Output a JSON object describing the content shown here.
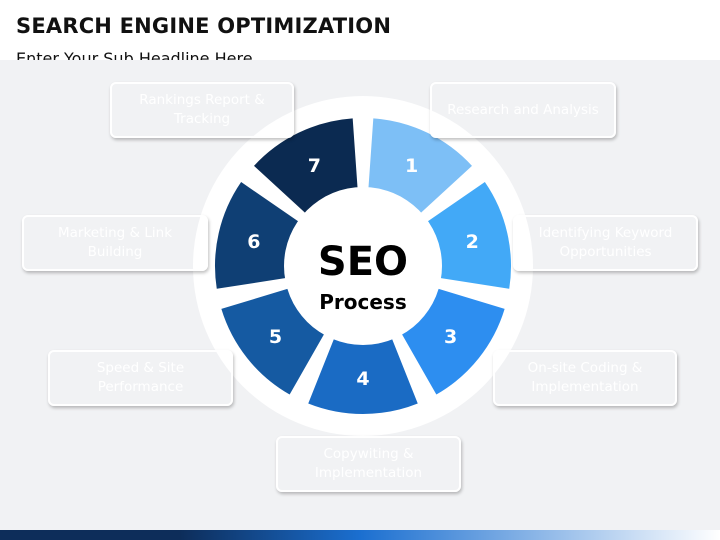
{
  "header": {
    "title": "SEARCH ENGINE OPTIMIZATION",
    "subtitle": "Enter Your Sub Headline Here"
  },
  "center": {
    "line1": "SEO",
    "line2": "Process"
  },
  "steps": [
    {
      "number": "1",
      "label": "Research and Analysis",
      "color": "#7dbff6"
    },
    {
      "number": "2",
      "label": "Identifying Keyword Opportunities",
      "color": "#42a9f7"
    },
    {
      "number": "3",
      "label": "On-site Coding & Implementation",
      "color": "#2d8ef0"
    },
    {
      "number": "4",
      "label": "Copywiting & Implementation",
      "color": "#1a6bc4"
    },
    {
      "number": "5",
      "label": "Speed & Site Performance",
      "color": "#155aa2"
    },
    {
      "number": "6",
      "label": "Marketing & Link Building",
      "color": "#0f3f74"
    },
    {
      "number": "7",
      "label": "Rankings Report & Tracking",
      "color": "#0b2a51"
    }
  ]
}
